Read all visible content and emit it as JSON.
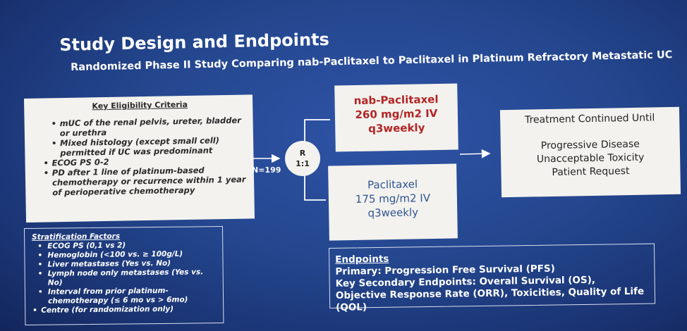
{
  "title": "Study Design and Endpoints",
  "subtitle": "Randomized Phase II Study Comparing nab-Paclitaxel to Paclitaxel in Platinum Refractory Metastatic UC",
  "eligibility": {
    "heading": "Key Eligibility Criteria",
    "items": [
      {
        "text": "mUC of the renal pelvis, ureter, bladder or urethra"
      },
      {
        "text": "Mixed histology (except small cell) permitted if UC was predominant"
      },
      {
        "text": "ECOG PS 0-2"
      },
      {
        "text": "PD after 1 line of platinum-based chemotherapy or recurrence within 1 year of perioperative chemotherapy"
      }
    ]
  },
  "enrollment": "N=199",
  "randomization": {
    "line1": "R",
    "line2": "1:1"
  },
  "arm1": {
    "name": "nab-Paclitaxel",
    "dose": "260 mg/m2 IV",
    "schedule": "q3weekly"
  },
  "arm2": {
    "name": "Paclitaxel",
    "dose": "175 mg/m2 IV",
    "schedule": "q3weekly"
  },
  "continuation": {
    "heading": "Treatment Continued Until",
    "reasons": [
      "Progressive Disease",
      "Unacceptable Toxicity",
      "Patient Request"
    ]
  },
  "stratification": {
    "heading": "Stratification Factors",
    "items": [
      {
        "text": "ECOG PS (0,1 vs 2)"
      },
      {
        "text": "Hemoglobin (<100 vs. ≥ 100g/L)"
      },
      {
        "text": "Liver metastases (Yes vs. No)"
      },
      {
        "text": "Lymph node only metastases (Yes vs. No)"
      },
      {
        "text": "Interval from prior platinum-chemotherapy (≤ 6 mo vs > 6mo)"
      },
      {
        "text": "Centre (for randomization only)"
      }
    ]
  },
  "endpoints": {
    "heading": "Endpoints",
    "primary": "Primary: Progression Free Survival (PFS)",
    "secondary": "Key Secondary Endpoints: Overall Survival (OS), Objective Response Rate (ORR), Toxicities, Quality of Life (QOL)"
  },
  "colors": {
    "background": "#24478f",
    "arm1_text": "#b32424",
    "arm2_text": "#2f5493",
    "box": "#f3f2ee"
  }
}
